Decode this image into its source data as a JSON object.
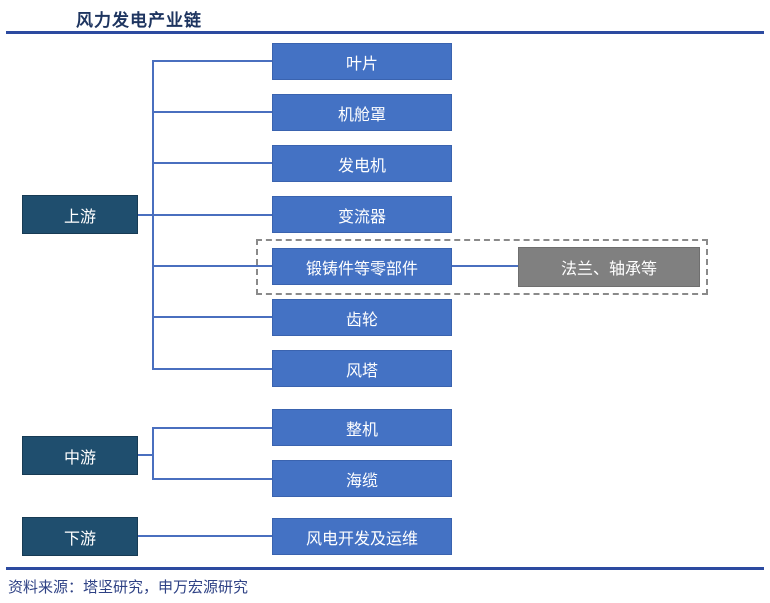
{
  "header": {
    "title": "风力发电产业链"
  },
  "footer": {
    "source": "资料来源：塔坚研究，申万宏源研究"
  },
  "colors": {
    "title_navy": "#1E3560",
    "rule_blue": "#2C4AA0",
    "child_box_blue": "#4472C4",
    "stage_box_dark": "#1F4E6E",
    "annex_gray": "#808080",
    "connector_blue": "#4A6FBF",
    "dashed_border_gray": "#8A8A8A",
    "box_text": "#FFFFFF"
  },
  "groups": [
    {
      "label": "上游",
      "children": [
        "叶片",
        "机舱罩",
        "发电机",
        "变流器",
        "锻铸件等零部件",
        "齿轮",
        "风塔"
      ]
    },
    {
      "label": "中游",
      "children": [
        "整机",
        "海缆"
      ]
    },
    {
      "label": "下游",
      "children": [
        "风电开发及运维"
      ]
    }
  ],
  "annex": {
    "label": "法兰、轴承等"
  }
}
